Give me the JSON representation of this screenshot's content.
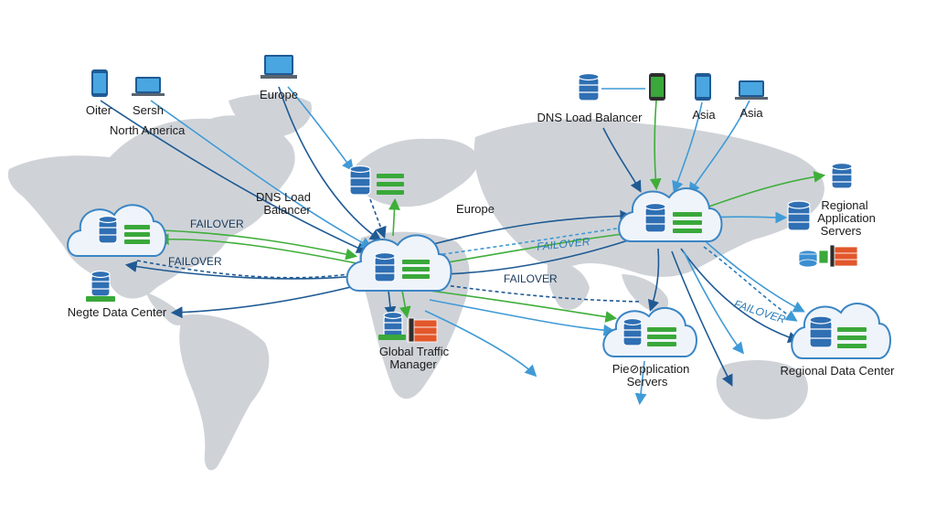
{
  "labels": {
    "oiter": "Oiter",
    "sersh": "Sersh",
    "north_america": "North America",
    "europe_top": "Europe",
    "dns_lb_left_1": "DNS Load",
    "dns_lb_left_2": "Balancer",
    "europe_mid": "Europe",
    "dns_lb_right": "DNS Load Balancer",
    "asia_1": "Asia",
    "asia_2": "Asia",
    "regional_app_1": "Regional",
    "regional_app_2": "Application",
    "regional_app_3": "Servers",
    "negte_dc": "Negte Data Center",
    "gtm_1": "Global Traffic",
    "gtm_2": "Manager",
    "pie_app_1": "Pie⊘pplication",
    "pie_app_2": "Servers",
    "regional_dc": "Regional Data Center"
  },
  "failover": {
    "f1": "FAILOVER",
    "f2": "FAILOVER",
    "f3": "FAILOVER",
    "f4": "FAILOVER",
    "f5": "FAILOVER"
  },
  "colors": {
    "map": "#cfd3d8",
    "cloud_fill": "#eef4fa",
    "cloud_stroke": "#3b85c4",
    "db": "#2f6fb3",
    "arrow_dark": "#1f5a94",
    "arrow_light": "#3f9ad6",
    "arrow_green": "#3fae3a",
    "rack_green": "#3aa83a",
    "firewall": "#e2572b"
  }
}
